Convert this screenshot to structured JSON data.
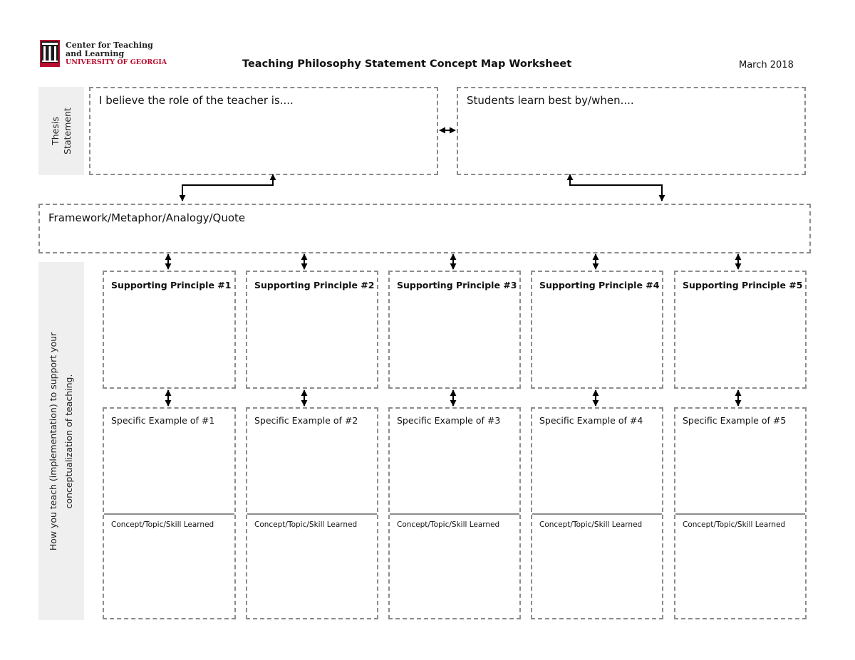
{
  "header": {
    "org_line1": "Center for Teaching",
    "org_line2": "and Learning",
    "org_line3": "UNIVERSITY OF GEORGIA",
    "title": "Teaching Philosophy Statement Concept Map Worksheet",
    "date": "March 2018"
  },
  "colors": {
    "brand_red": "#ba0c2f",
    "border_gray": "#8c8c8c",
    "sidebar_gray": "#efefef"
  },
  "thesis": {
    "side_label_line1": "Thesis",
    "side_label_line2": "Statement",
    "teacher_role": "I believe the role of the teacher is....",
    "students_learn": "Students learn best by/when...."
  },
  "framework": {
    "label": "Framework/Metaphor/Analogy/Quote"
  },
  "implementation": {
    "side_label_line1": "How you teach (implementation) to support your",
    "side_label_line2": "conceptualization of teaching."
  },
  "columns": [
    {
      "principle": "Supporting Principle #1",
      "example": "Specific Example of #1",
      "concept": "Concept/Topic/Skill Learned"
    },
    {
      "principle": "Supporting Principle #2",
      "example": "Specific Example of #2",
      "concept": "Concept/Topic/Skill Learned"
    },
    {
      "principle": "Supporting Principle #3",
      "example": "Specific Example of #3",
      "concept": "Concept/Topic/Skill Learned"
    },
    {
      "principle": "Supporting Principle #4",
      "example": "Specific Example of #4",
      "concept": "Concept/Topic/Skill Learned"
    },
    {
      "principle": "Supporting Principle #5",
      "example": "Specific Example of #5",
      "concept": "Concept/Topic/Skill Learned"
    }
  ]
}
